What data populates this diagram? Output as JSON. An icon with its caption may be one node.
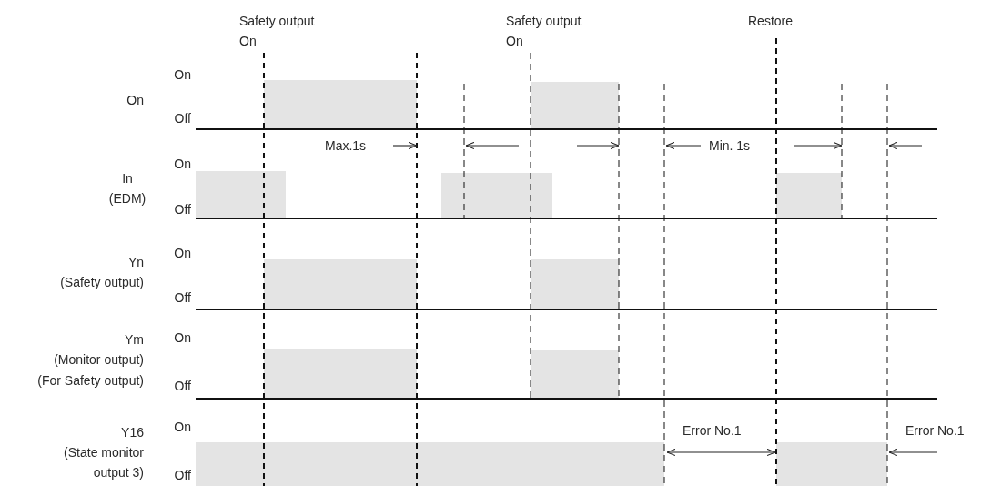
{
  "diagram": {
    "labels": [
      "Safety output On",
      "Safety output On",
      "Restore",
      "On",
      "On",
      "Off",
      "Max.1s",
      "Min. 1s",
      "In",
      "(EDM)",
      "On",
      "Off",
      "Yn",
      "(Safety output)",
      "On",
      "Off",
      "Ym",
      "(Monitor output)",
      "(For Safety output)",
      "On",
      "Off",
      "Y16",
      "(State monitor output 3)",
      "On",
      "Off",
      "Error No.1",
      "Error No.1"
    ]
  }
}
